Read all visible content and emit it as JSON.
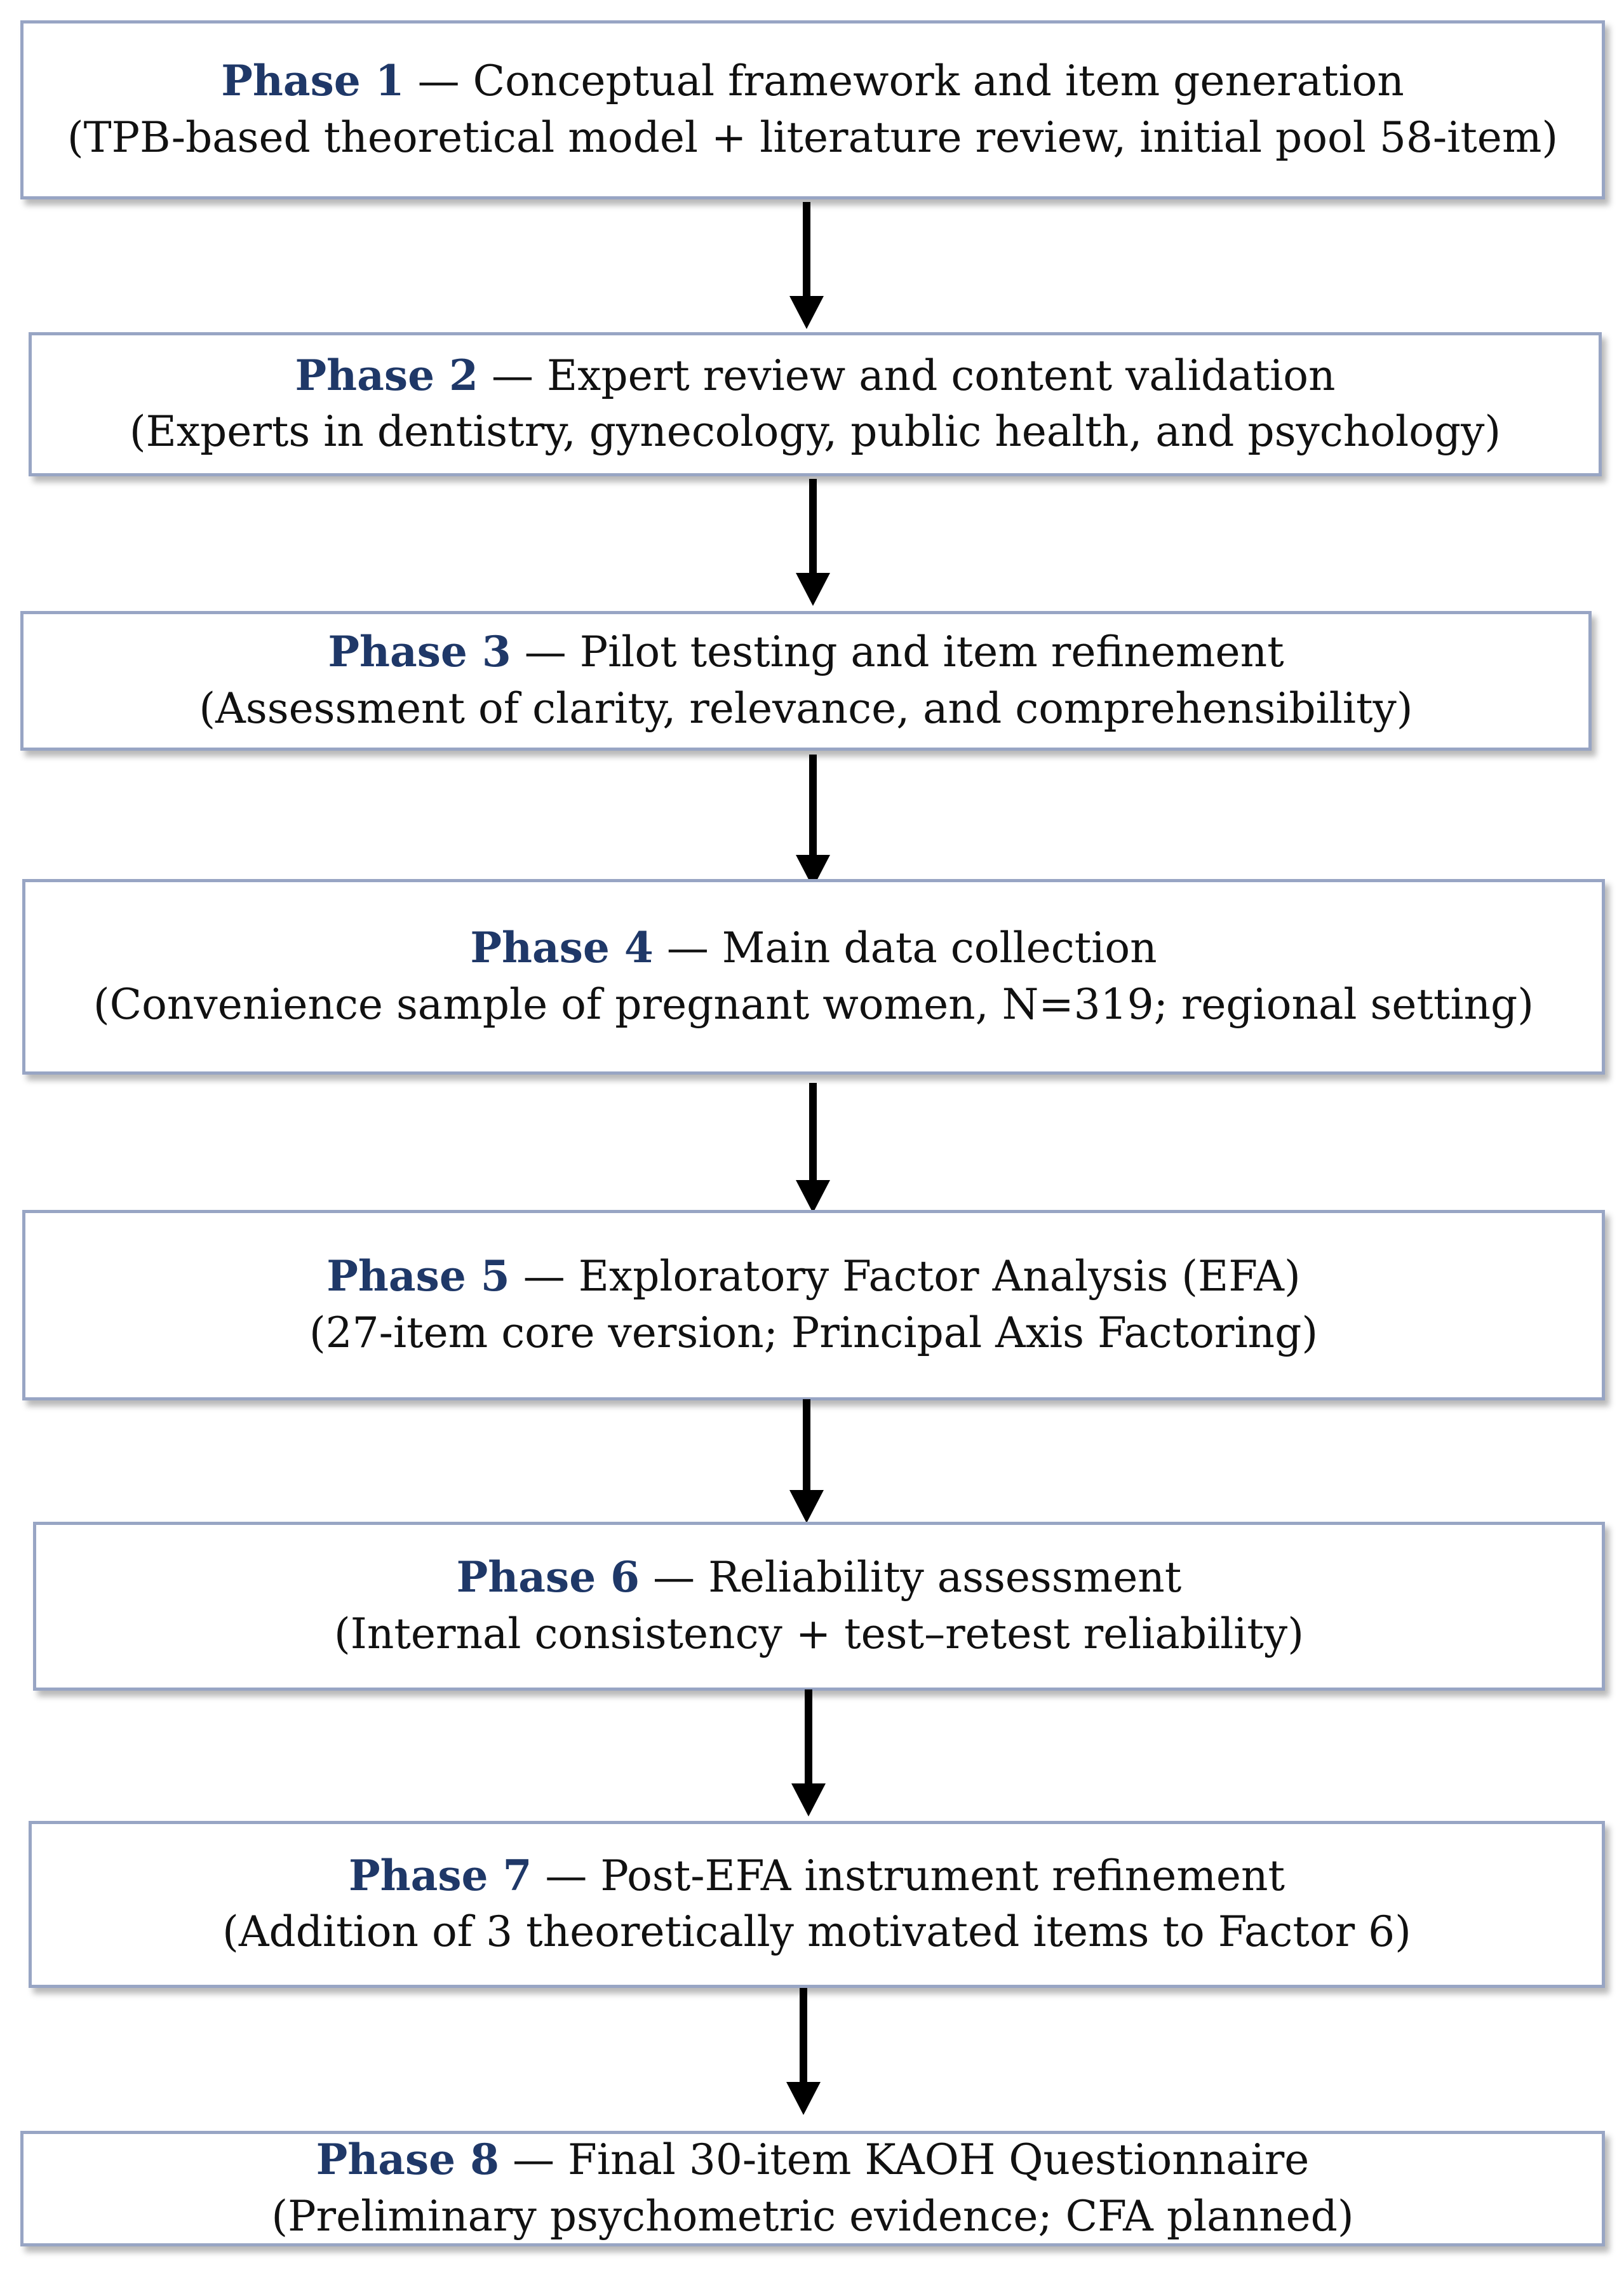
{
  "phases": [
    {
      "label": "Phase 1",
      "separator": "—",
      "title": "Conceptual framework and item generation",
      "detail": "(TPB-based theoretical model + literature review,  initial pool 58-item)"
    },
    {
      "label": "Phase 2",
      "separator": "—",
      "title": "Expert review  and content validation",
      "detail": "(Experts in dentistry, gynecology, public health, and psychology)"
    },
    {
      "label": "Phase 3",
      "separator": "—",
      "title": "Pilot testing and item refinement",
      "detail": "(Assessment of clarity, relevance, and comprehensibility)"
    },
    {
      "label": "Phase 4",
      "separator": "—",
      "title": "Main data collection",
      "detail": "(Convenience sample of pregnant women, N=319; regional setting)"
    },
    {
      "label": "Phase 5",
      "separator": "—",
      "title": "Exploratory Factor Analysis (EFA)",
      "detail": "(27-item core version; Principal Axis Factoring)"
    },
    {
      "label": "Phase 6",
      "separator": "—",
      "title": "Reliability  assessment",
      "detail": "(Internal consistency + test–retest reliability)"
    },
    {
      "label": "Phase 7",
      "separator": "—",
      "title": "Post-EFA instrument refinement",
      "detail": "(Addition of 3 theoretically motivated items to Factor 6)"
    },
    {
      "label": "Phase 8",
      "separator": "—",
      "title": "Final 30-item KAOH Questionnaire",
      "detail": "(Preliminary  psychometric evidence; CFA planned)"
    }
  ],
  "colors": {
    "phase_label": "#1f3868",
    "box_border": "#98a5c4",
    "arrow": "#000000",
    "text": "#111111"
  }
}
